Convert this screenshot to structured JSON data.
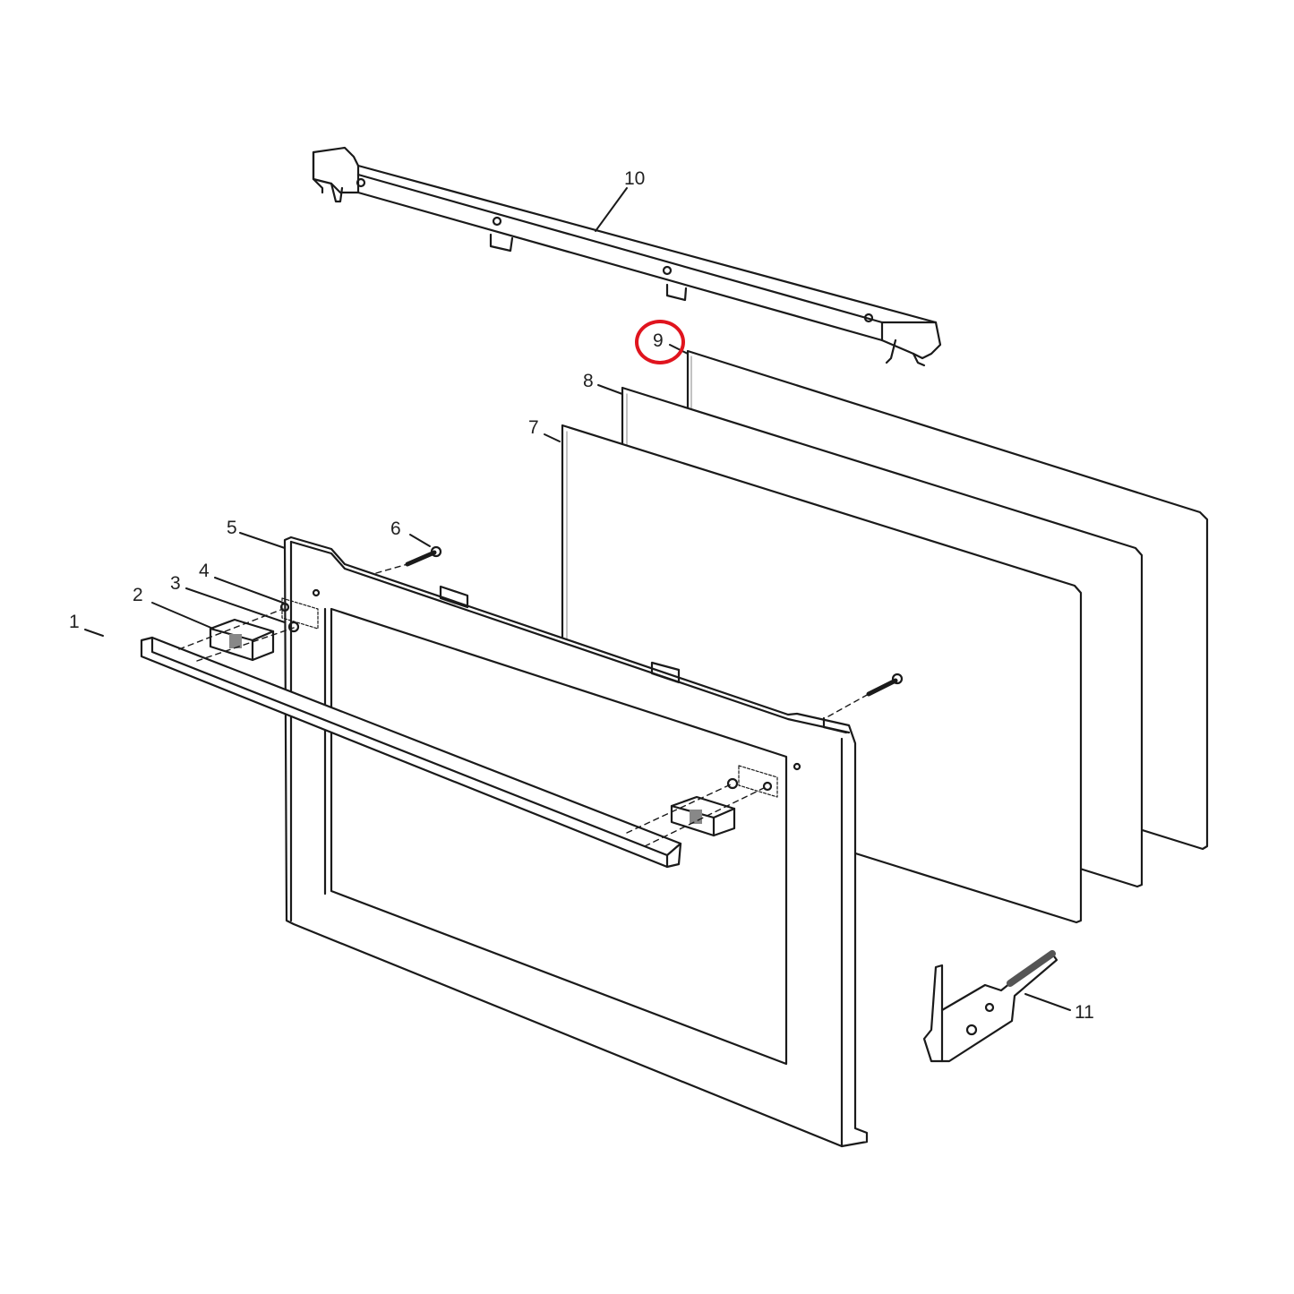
{
  "diagram": {
    "title": "Oven door exploded parts diagram",
    "highlight_color": "#e0141e",
    "line_color": "#1a1a1a",
    "highlighted_part": "9",
    "parts": [
      {
        "number": "1",
        "name": "door-handle"
      },
      {
        "number": "2",
        "name": "handle-end-cap"
      },
      {
        "number": "3",
        "name": "handle-screw"
      },
      {
        "number": "4",
        "name": "handle-mounting-plate"
      },
      {
        "number": "5",
        "name": "outer-door-frame"
      },
      {
        "number": "6",
        "name": "frame-screw"
      },
      {
        "number": "7",
        "name": "outer-glass-panel"
      },
      {
        "number": "8",
        "name": "middle-glass-panel"
      },
      {
        "number": "9",
        "name": "inner-glass-panel"
      },
      {
        "number": "10",
        "name": "top-door-trim"
      },
      {
        "number": "11",
        "name": "door-hinge"
      }
    ]
  },
  "labels": {
    "l1": "1",
    "l2": "2",
    "l3": "3",
    "l4": "4",
    "l5": "5",
    "l6": "6",
    "l7": "7",
    "l8": "8",
    "l9": "9",
    "l10": "10",
    "l11": "11"
  }
}
